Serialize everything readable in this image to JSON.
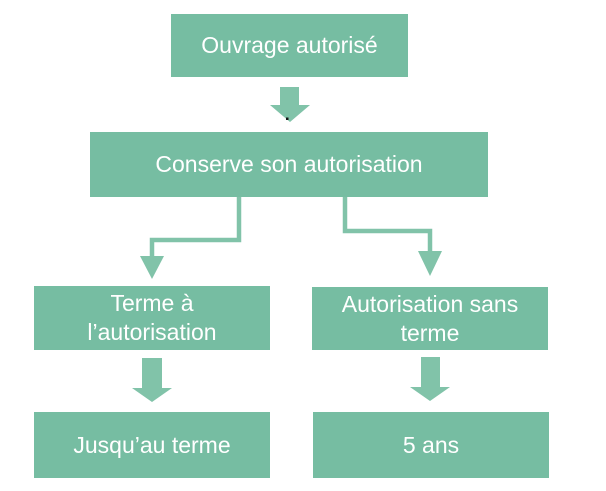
{
  "diagram": {
    "type": "flowchart",
    "colors": {
      "box": "#76BDA2",
      "arrow": "#81C3A9",
      "text": "#FFFFFF",
      "background": "#FFFFFF"
    },
    "nodes": {
      "root": {
        "label": "Ouvrage autorisé"
      },
      "keeps_authorization": {
        "label": "Conserve son autorisation"
      },
      "term_branch": {
        "label": "Terme à\nl’autorisation"
      },
      "no_term_branch": {
        "label": "Autorisation sans\nterme"
      },
      "term_result": {
        "label": "Jusqu’au terme"
      },
      "no_term_result": {
        "label": "5 ans"
      }
    }
  }
}
